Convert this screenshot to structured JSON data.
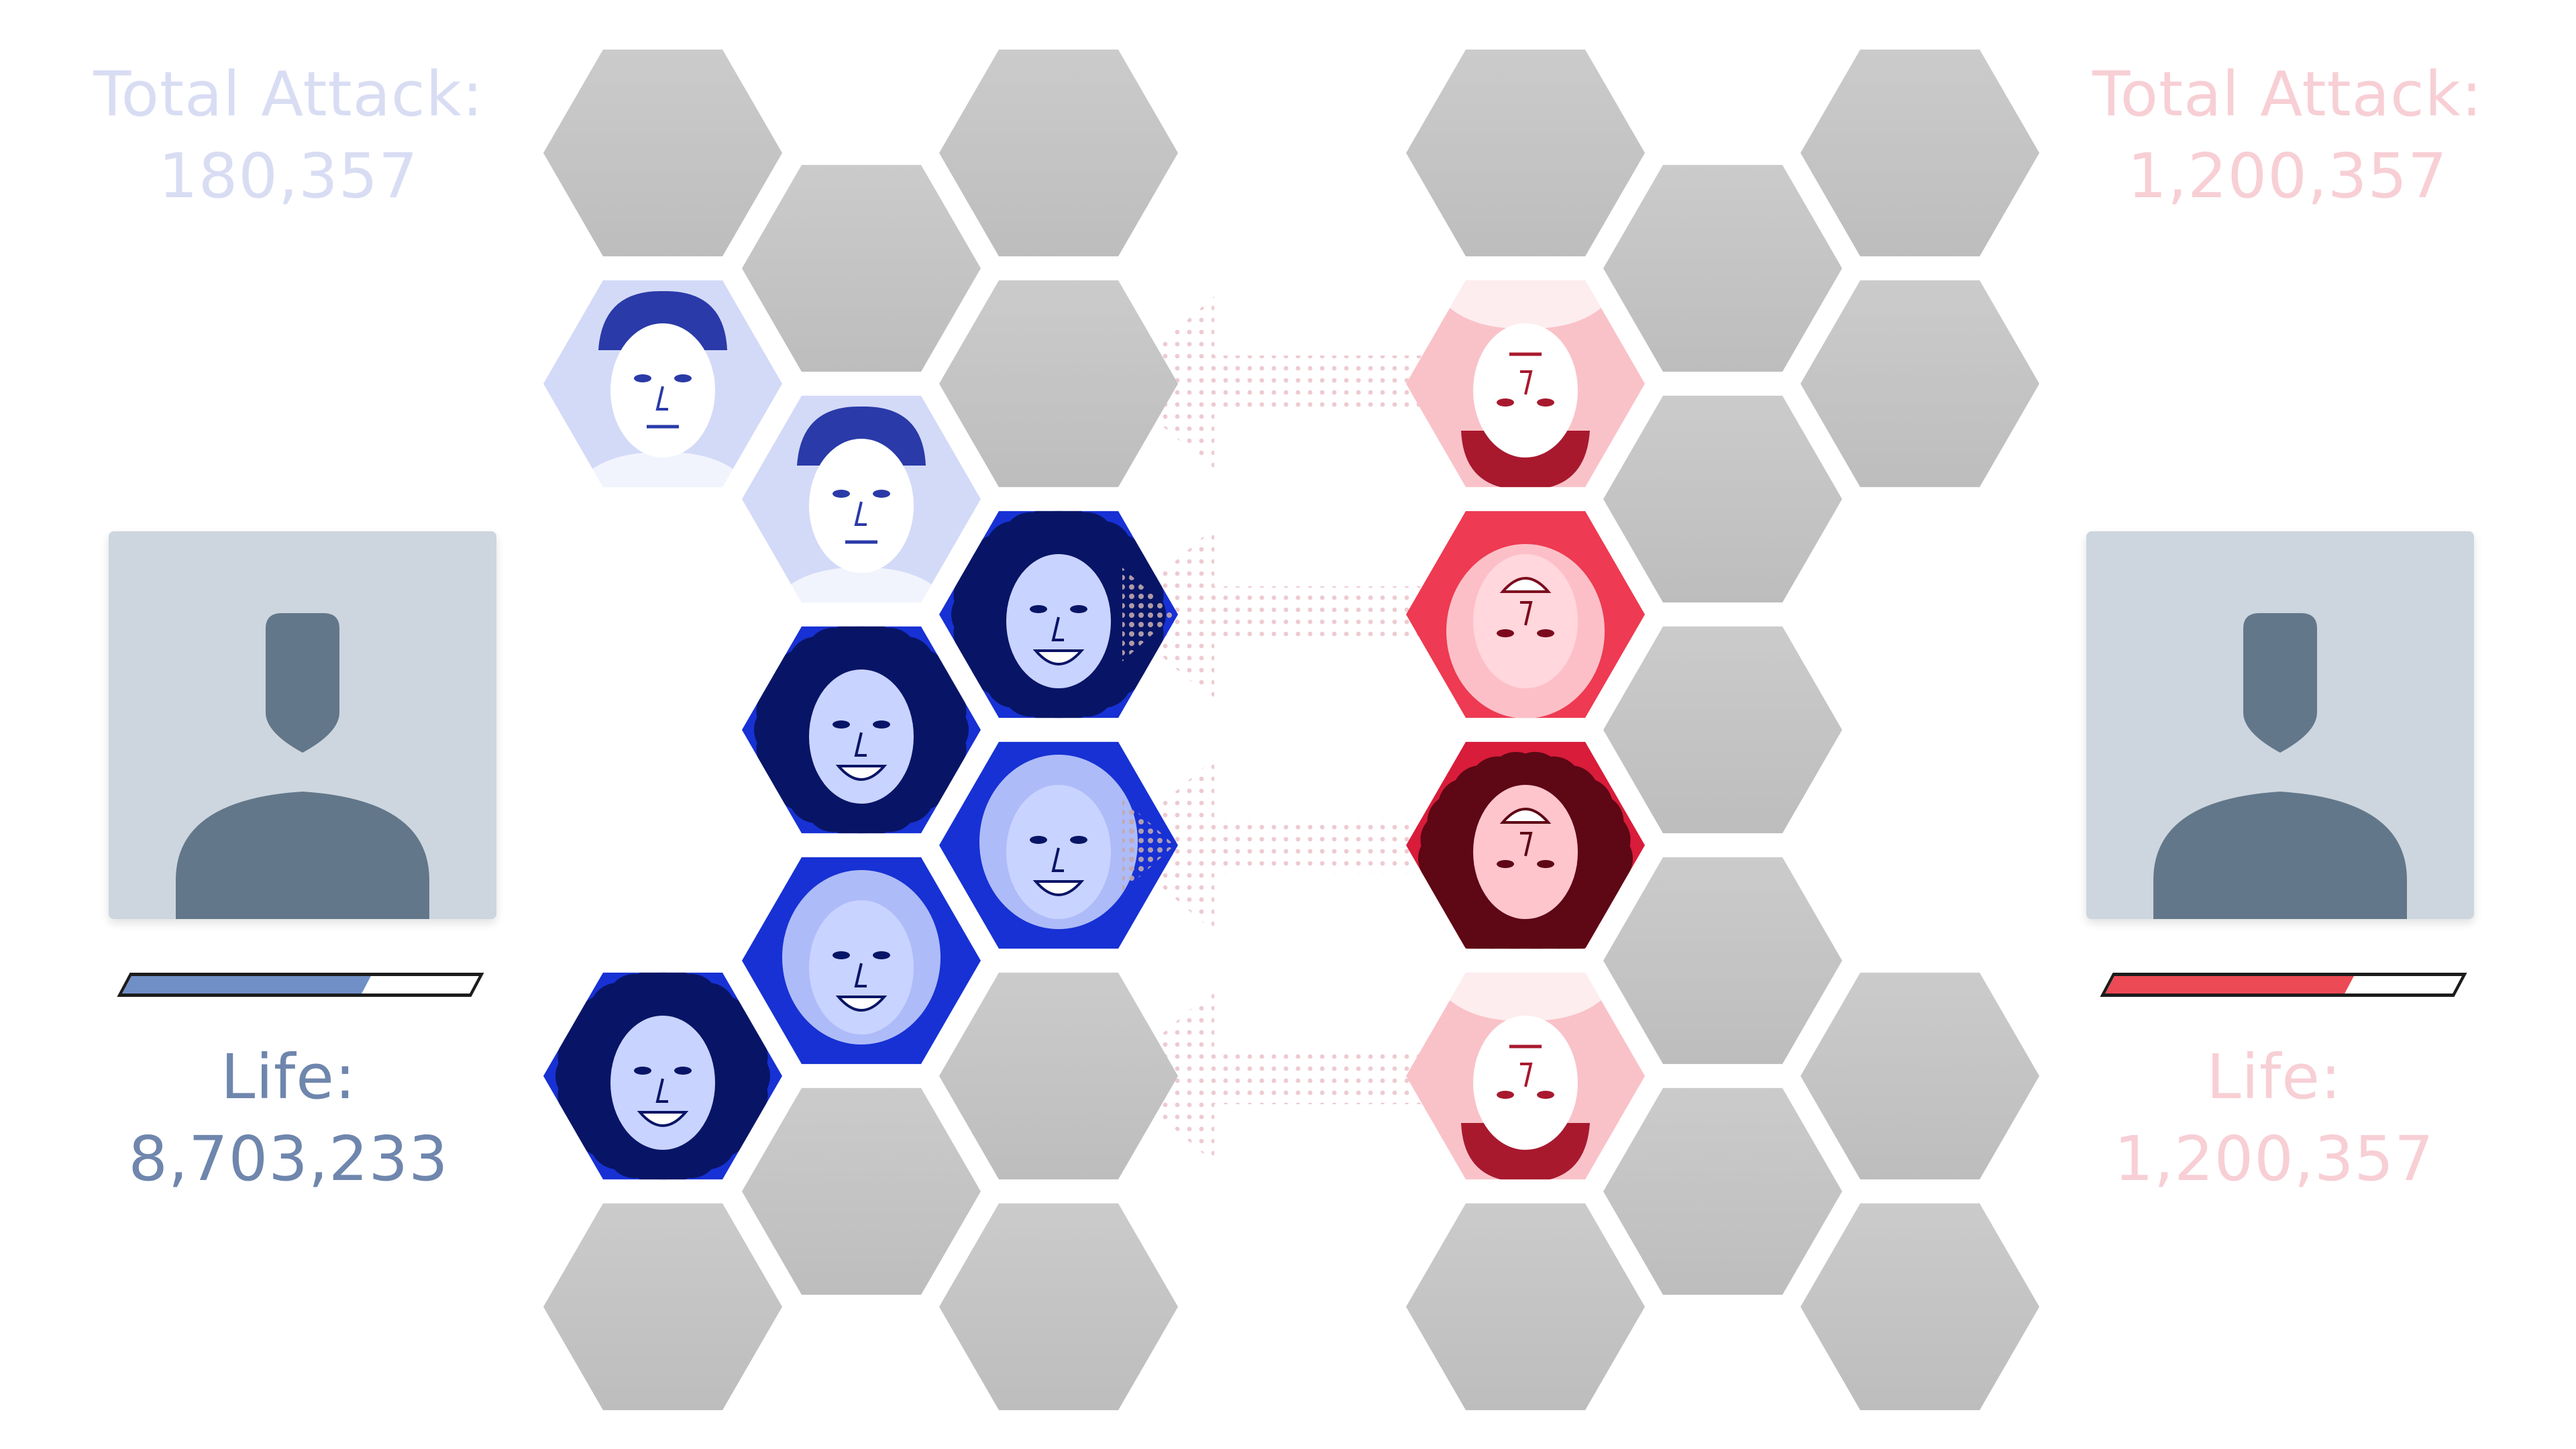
{
  "player": {
    "total_attack_label": "Total Attack:",
    "total_attack": "180,357",
    "life_label": "Life:",
    "life": "8,703,233",
    "life_fraction": 0.69,
    "color": "#6f8fc6",
    "avatar_icon": "user-silhouette-icon"
  },
  "opponent": {
    "total_attack_label": "Total Attack:",
    "total_attack": "1,200,357",
    "life_label": "Life:",
    "life": "1,200,357",
    "life_fraction": 0.69,
    "color": "#ec4a55",
    "avatar_icon": "user-silhouette-icon"
  },
  "colors": {
    "empty_hex": "#c9c9c9",
    "blue_light": "#d3daf8",
    "blue_dark": "#1731d4",
    "red_light": "#f9c2c8",
    "red_dark": "#d81c3a",
    "avatar_bg": "#cdd6de",
    "avatar_figure": "#63778a"
  },
  "board": {
    "player_cells": [
      {
        "col": 0,
        "row": 0,
        "state": "empty"
      },
      {
        "col": 0,
        "row": 1,
        "state": "card",
        "tint": "light",
        "portrait": "man-portrait-icon"
      },
      {
        "col": 0,
        "row": 2,
        "state": "vacant"
      },
      {
        "col": 0,
        "row": 3,
        "state": "vacant"
      },
      {
        "col": 0,
        "row": 4,
        "state": "card",
        "tint": "dark",
        "portrait": "curly-hair-portrait-icon"
      },
      {
        "col": 0,
        "row": 5,
        "state": "empty"
      },
      {
        "col": 1,
        "row": 0,
        "state": "empty"
      },
      {
        "col": 1,
        "row": 1,
        "state": "card",
        "tint": "light",
        "portrait": "man-portrait-icon"
      },
      {
        "col": 1,
        "row": 2,
        "state": "card",
        "tint": "dark",
        "portrait": "curly-hair-portrait-icon"
      },
      {
        "col": 1,
        "row": 3,
        "state": "card",
        "tint": "dark",
        "portrait": "blonde-portrait-icon"
      },
      {
        "col": 1,
        "row": 4,
        "state": "empty"
      },
      {
        "col": 2,
        "row": 0,
        "state": "empty"
      },
      {
        "col": 2,
        "row": 1,
        "state": "empty",
        "attacked": true
      },
      {
        "col": 2,
        "row": 2,
        "state": "card",
        "tint": "dark",
        "portrait": "curly-hair-portrait-icon",
        "attacked": true
      },
      {
        "col": 2,
        "row": 3,
        "state": "card",
        "tint": "dark",
        "portrait": "blonde-portrait-icon",
        "attacked": true
      },
      {
        "col": 2,
        "row": 4,
        "state": "empty",
        "attacked": true
      },
      {
        "col": 2,
        "row": 5,
        "state": "empty"
      }
    ],
    "opponent_cells": [
      {
        "col": 0,
        "row": 0,
        "state": "empty"
      },
      {
        "col": 0,
        "row": 1,
        "state": "card",
        "tint": "light",
        "portrait": "man-portrait-icon"
      },
      {
        "col": 0,
        "row": 2,
        "state": "card",
        "tint": "mid",
        "portrait": "blonde-portrait-icon"
      },
      {
        "col": 0,
        "row": 3,
        "state": "card",
        "tint": "dark",
        "portrait": "curly-hair-portrait-icon"
      },
      {
        "col": 0,
        "row": 4,
        "state": "card",
        "tint": "light",
        "portrait": "man-portrait-icon"
      },
      {
        "col": 0,
        "row": 5,
        "state": "empty"
      },
      {
        "col": 1,
        "row": 0,
        "state": "empty"
      },
      {
        "col": 1,
        "row": 1,
        "state": "empty"
      },
      {
        "col": 1,
        "row": 2,
        "state": "empty"
      },
      {
        "col": 1,
        "row": 3,
        "state": "empty"
      },
      {
        "col": 1,
        "row": 4,
        "state": "empty"
      },
      {
        "col": 2,
        "row": 0,
        "state": "empty"
      },
      {
        "col": 2,
        "row": 1,
        "state": "empty"
      },
      {
        "col": 2,
        "row": 2,
        "state": "vacant"
      },
      {
        "col": 2,
        "row": 3,
        "state": "vacant"
      },
      {
        "col": 2,
        "row": 4,
        "state": "empty"
      },
      {
        "col": 2,
        "row": 5,
        "state": "empty"
      }
    ],
    "attack_arrows": [
      {
        "from": "opponent-row-1",
        "to": "player-row-1"
      },
      {
        "from": "opponent-row-2",
        "to": "player-row-2"
      },
      {
        "from": "opponent-row-3",
        "to": "player-row-3"
      },
      {
        "from": "opponent-row-4",
        "to": "player-row-4"
      }
    ]
  }
}
